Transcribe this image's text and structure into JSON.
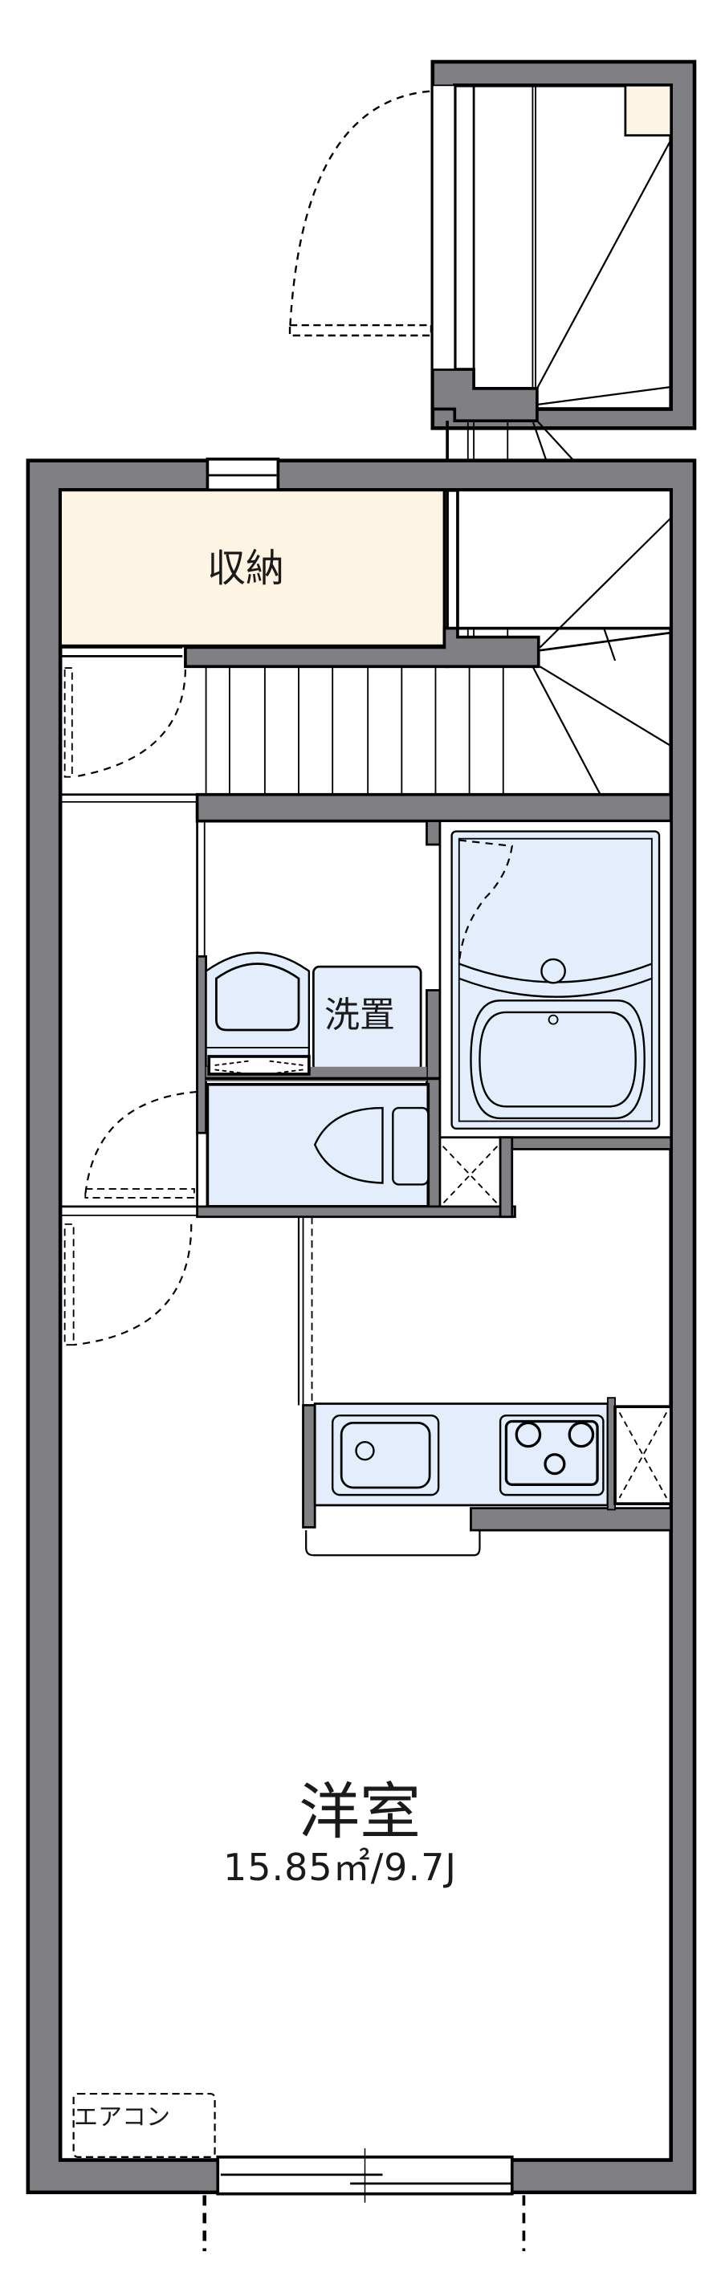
{
  "floor_plan": {
    "type": "apartment floor plan (1R with loft stair)",
    "colors": {
      "wall": "#808084",
      "outline": "#000000",
      "storage_fill": "#fef4e4",
      "fixture_fill": "#e4edfb",
      "background": "#ffffff"
    },
    "rooms": {
      "storage": {
        "label": "収納"
      },
      "washer": {
        "label": "洗置"
      },
      "main_room": {
        "label": "洋室",
        "area": "15.85㎡/9.7J"
      }
    },
    "annotations": {
      "aircon": "エアコン"
    },
    "fixtures": [
      "stair-upper",
      "stair-lower",
      "washbasin",
      "washing-machine-space",
      "unit-bath",
      "toilet",
      "kitchen-sink",
      "stove-3-burner",
      "refrigerator-space",
      "balcony-window"
    ]
  }
}
